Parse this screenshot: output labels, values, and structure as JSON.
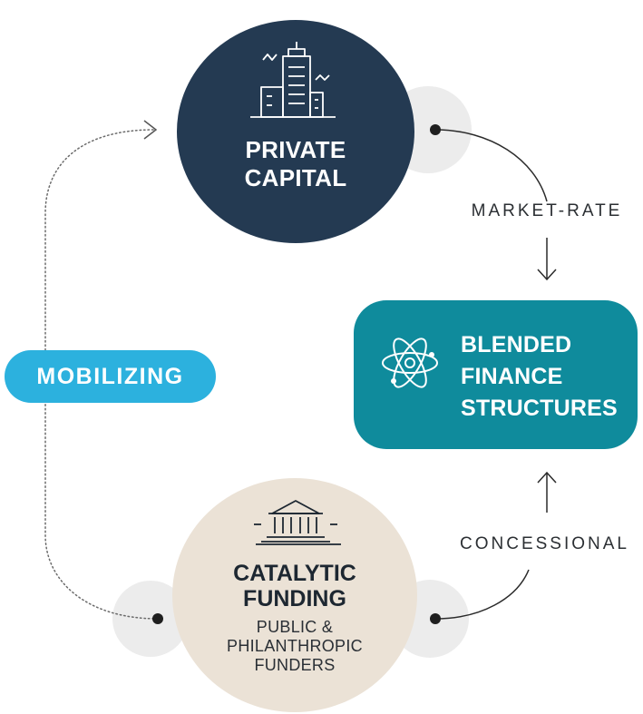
{
  "private_capital": {
    "label_line1": "PRIVATE",
    "label_line2": "CAPITAL",
    "icon": "city-buildings-icon"
  },
  "catalytic_funding": {
    "title_line1": "CATALYTIC",
    "title_line2": "FUNDING",
    "subtitle_line1": "PUBLIC &",
    "subtitle_line2": "PHILANTHROPIC",
    "subtitle_line3": "FUNDERS",
    "icon": "institution-building-icon"
  },
  "blended_finance": {
    "label_line1": "BLENDED",
    "label_line2": "FINANCE",
    "label_line3": "STRUCTURES",
    "icon": "atom-icon"
  },
  "mobilizing": {
    "label": "MOBILIZING"
  },
  "market_rate": {
    "label": "MARKET-RATE"
  },
  "concessional": {
    "label": "CONCESSIONAL"
  },
  "colors": {
    "private_capital": "#243a52",
    "catalytic_funding": "#ebe2d6",
    "blended_finance": "#0f8b9c",
    "mobilizing": "#2cb1de",
    "halo": "#ececec"
  }
}
